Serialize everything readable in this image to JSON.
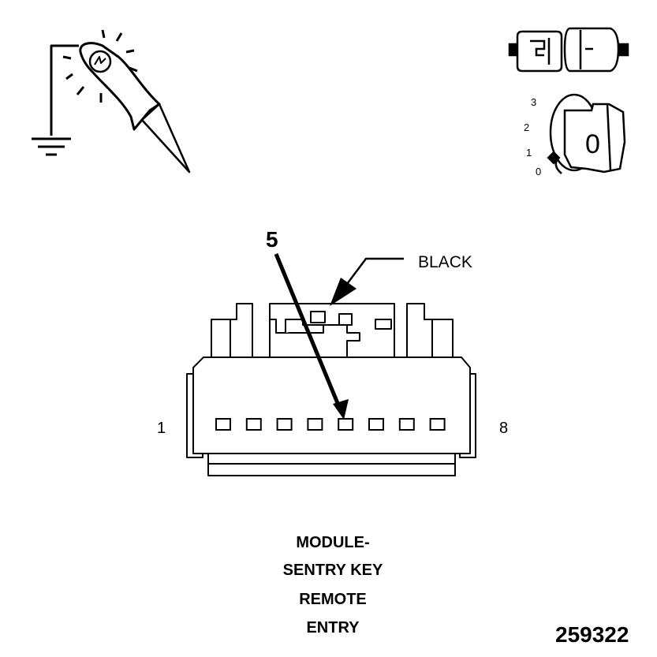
{
  "connector": {
    "color_label": "BLACK",
    "pin_highlight": "5",
    "pin_start_label": "1",
    "pin_end_label": "8",
    "pin_count": 8,
    "highlighted_pin_index": 5
  },
  "ignition": {
    "positions": [
      "3",
      "2",
      "1",
      "0"
    ],
    "key_label": "0"
  },
  "caption": {
    "line1": "MODULE-",
    "line2": "SENTRY KEY",
    "line3": "REMOTE",
    "line4": "ENTRY"
  },
  "figure_number": "259322",
  "icons": [
    "test-light-probe-icon",
    "ground-symbol-icon",
    "disconnected-connector-icon",
    "ignition-key-icon"
  ]
}
